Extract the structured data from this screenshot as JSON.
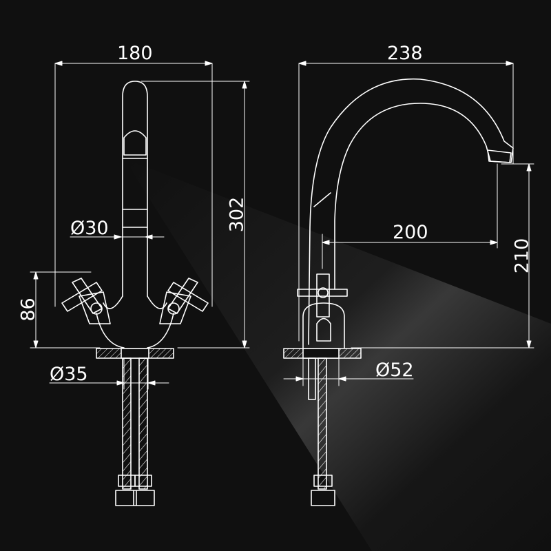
{
  "front_view": {
    "width_label": "180",
    "height_label": "302",
    "spout_diameter_label": "Ø30",
    "handle_height_label": "86",
    "base_diameter_label": "Ø35"
  },
  "side_view": {
    "width_label": "238",
    "reach_label": "200",
    "outlet_height_label": "210",
    "base_diameter_label": "Ø52"
  },
  "colors": {
    "background": "#101010",
    "line": "#ffffff",
    "highlight": "#6a6a6a"
  }
}
